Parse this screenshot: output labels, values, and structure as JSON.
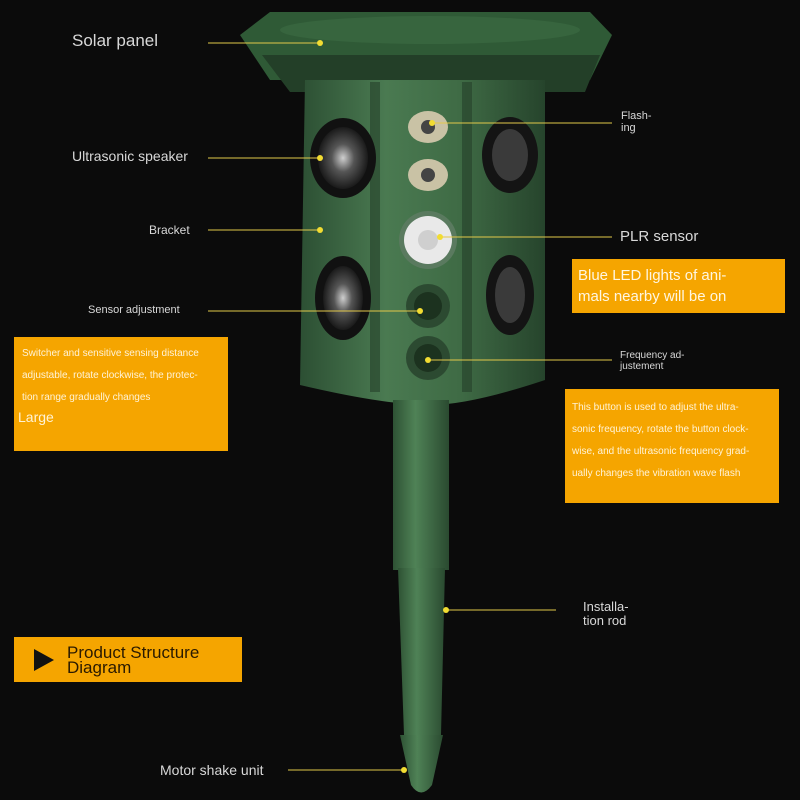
{
  "labels": {
    "solar_panel": "Solar panel",
    "ultrasonic_speaker": "Ultrasonic speaker",
    "bracket": "Bracket",
    "sensor_adjustment": "Sensor adjustment",
    "flashing": [
      "Flash-",
      "ing"
    ],
    "plr_sensor": "PLR sensor",
    "frequency_adjustment": [
      "Frequency ad-",
      "justement"
    ],
    "installation_rod": [
      "Installa-",
      "tion rod"
    ],
    "motor_shake_unit": "Motor shake unit"
  },
  "callouts": {
    "blue_led": [
      "Blue LED lights of ani-",
      "mals nearby will be on"
    ],
    "switcher": [
      "Switcher and sensitive sensing distance",
      "adjustable, rotate clockwise, the protec-",
      "tion range gradually changes"
    ],
    "switcher_extra": "Large",
    "frequency_button": [
      "This button is used to adjust the ultra-",
      "sonic frequency, rotate the button clock-",
      "wise, and the ultrasonic frequency grad-",
      "ually changes the vibration wave flash"
    ]
  },
  "product_title": [
    "Product Structure",
    "Diagram"
  ],
  "colors": {
    "background": "#0b0b0b",
    "callout_box": "#f5a500",
    "device_green": "#3f6b45",
    "leader_line": "#e2c84a",
    "leader_dot": "#f2dc32"
  }
}
